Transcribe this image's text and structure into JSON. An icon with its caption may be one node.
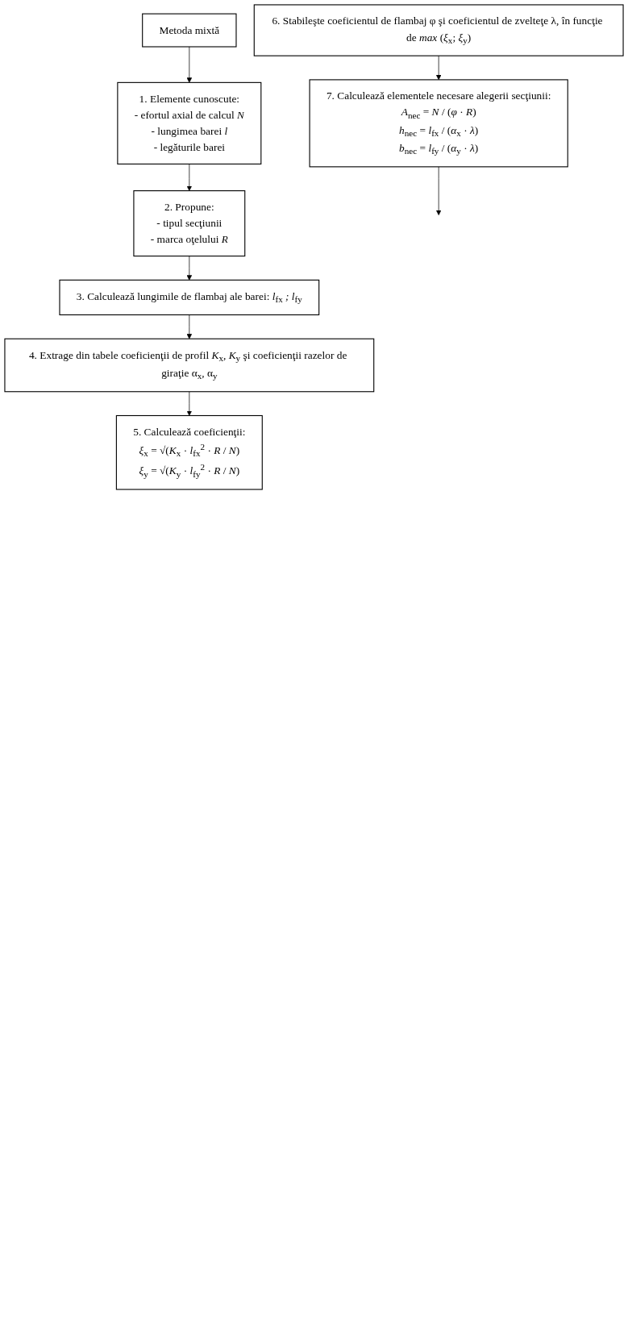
{
  "diagram": {
    "nodes": [
      {
        "text": [
          "Metoda mixtă"
        ]
      },
      {
        "text": [
          "1. Elemente cunoscute:",
          "- efortul axial de calcul *N*",
          "- lungimea barei *l*",
          "- legăturile barei"
        ]
      },
      {
        "text": [
          "2. Propune:",
          "- tipul secţiunii",
          "- marca oţelului *R*"
        ]
      },
      {
        "text": [
          "3. Calculează lungimile de flambaj ale barei: *l*$_{fx}$ *;* *l*$_{fy}$"
        ]
      },
      {
        "text": [
          "4. Extrage din tabele coeficienţii de profil *K*$_{x}$, *K*$_{y}$ şi coeficienţii razelor de giraţie α$_{x}$, α$_{y}$"
        ]
      },
      {
        "text": [
          "5. Calculează coeficienţii:",
          "*ξ*$_{x}$ = √(*K*$_{x}$ · *l*$_{fx}$$^{2}$ · *R* / *N*)",
          "*ξ*$_{y}$ = √(*K*$_{y}$ · *l*$_{fy}$$^{2}$ · *R* / *N*)"
        ]
      },
      {
        "text": [
          "6. Stabileşte coeficientul de flambaj φ şi coeficientul de zvelteţe λ, în funcţie de *max* (*ξ*$_{x}$; *ξ*$_{y}$)"
        ]
      },
      {
        "text": [
          "7. Calculează elementele necesare alegerii secţiunii:",
          "*A*$_{nec}$ = *N* / (*φ* · *R*)",
          "*h*$_{nec}$ = *l*$_{fx}$ / (*α*$_{x}$ · *λ*)",
          "*b*$_{nec}$ = *l*$_{fy}$ / (*α*$_{y}$ · *λ*)"
        ]
      }
    ],
    "edges": [
      {
        "from": 0,
        "to": 1,
        "arrow": "to"
      },
      {
        "from": 1,
        "to": 2,
        "arrow": "to"
      },
      {
        "from": 2,
        "to": 3,
        "arrow": "to"
      },
      {
        "from": 3,
        "to": 4,
        "arrow": "to"
      },
      {
        "from": 4,
        "to": 5,
        "arrow": "to"
      },
      {
        "from": 6,
        "to": 7,
        "arrow": "to"
      },
      {
        "from": 7,
        "to": null,
        "arrow": "to"
      }
    ]
  }
}
